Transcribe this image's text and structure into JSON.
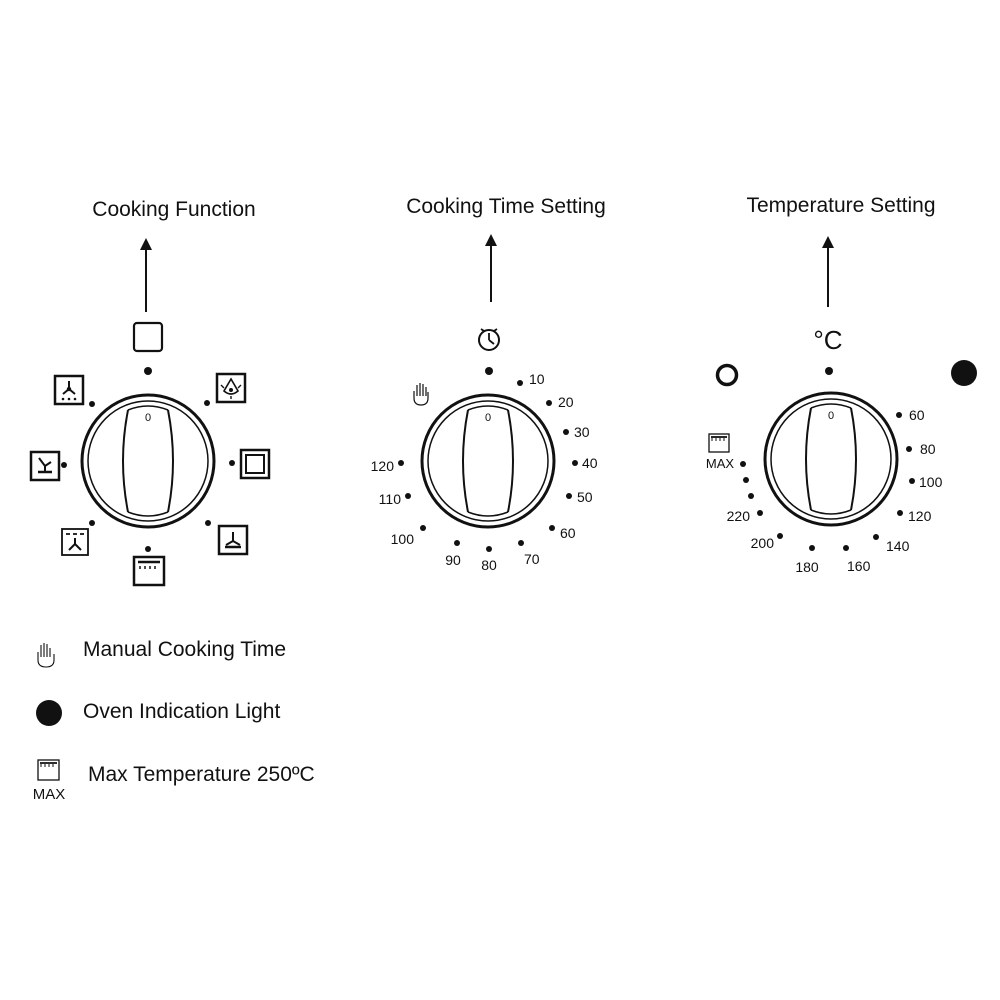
{
  "headings": {
    "function": "Cooking Function",
    "time": "Cooking Time Setting",
    "temperature": "Temperature Setting"
  },
  "knob_zero": "0",
  "function_knob": {
    "positions": [
      "off-square-icon",
      "fan-defrost-icon",
      "grill-fan-icon",
      "bottom-heat-icon",
      "fan-grill-icon",
      "top-bottom-heat-icon",
      "fan-bottom-heat-icon",
      "lamp-icon"
    ]
  },
  "time_knob": {
    "top_icon": "clock-icon",
    "manual_icon": "hand-icon",
    "labels": [
      "10",
      "20",
      "30",
      "40",
      "50",
      "60",
      "70",
      "80",
      "90",
      "100",
      "110",
      "120"
    ]
  },
  "temperature_knob": {
    "top_label": "°C",
    "off_icon": "ring-icon",
    "light_icon": "oven-light-icon",
    "max_label": "MAX",
    "labels": [
      "60",
      "80",
      "100",
      "120",
      "140",
      "160",
      "180",
      "200",
      "220"
    ]
  },
  "legend": [
    {
      "icon": "hand-icon",
      "text": "Manual Cooking Time"
    },
    {
      "icon": "oven-light-icon",
      "text": "Oven Indication Light"
    },
    {
      "icon": "max-temp-icon",
      "icon_text": "MAX",
      "text": "Max Temperature 250ºC"
    }
  ]
}
